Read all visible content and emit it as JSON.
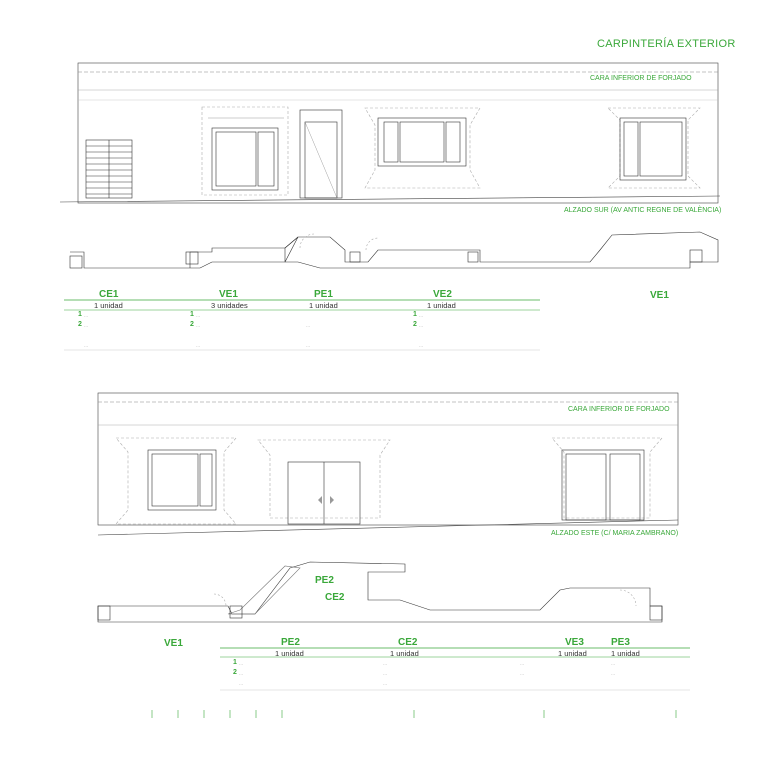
{
  "title": "CARPINTERÍA EXTERIOR",
  "colors": {
    "accent": "#3aa83a",
    "line": "#333333",
    "dim": "#9a9a9a"
  },
  "top_view": {
    "ceiling_label": "CARA INFERIOR DE FORJADO",
    "elevation_label": "ALZADO SUR (AV ANTIC REGNE DE VALÈNCIA)",
    "plan_tag": "VE1",
    "items": [
      {
        "code": "CE1",
        "units": "1 unidad",
        "n1": "1",
        "d1": "...",
        "n2": "2",
        "d2": "...",
        "d3": "..."
      },
      {
        "code": "VE1",
        "units": "3 unidades",
        "n1": "1",
        "d1": "...",
        "n2": "2",
        "d2": "...",
        "d3": "..."
      },
      {
        "code": "PE1",
        "units": "1 unidad",
        "d1": "...",
        "d3": "..."
      },
      {
        "code": "VE2",
        "units": "1 unidad",
        "n1": "1",
        "d1": "...",
        "n2": "2",
        "d2": "...",
        "d3": "..."
      }
    ]
  },
  "bottom_view": {
    "ceiling_label": "CARA INFERIOR DE FORJADO",
    "elevation_label": "ALZADO ESTE (C/ MARIA ZAMBRANO)",
    "plan_tags": {
      "ve1": "VE1",
      "pe2": "PE2",
      "ce2": "CE2"
    },
    "items": [
      {
        "code": "PE2",
        "units": "1 unidad",
        "n1": "1",
        "d1": "...",
        "n2": "2",
        "d2": "...",
        "d3": "..."
      },
      {
        "code": "CE2",
        "units": "1 unidad",
        "d1": "...",
        "d2": "...",
        "d3": "..."
      },
      {
        "code": "VE3",
        "units": "1 unidad",
        "d1": "...",
        "d2": "..."
      },
      {
        "code": "PE3",
        "units": "1 unidad",
        "d1": "...",
        "d2": "..."
      }
    ]
  }
}
